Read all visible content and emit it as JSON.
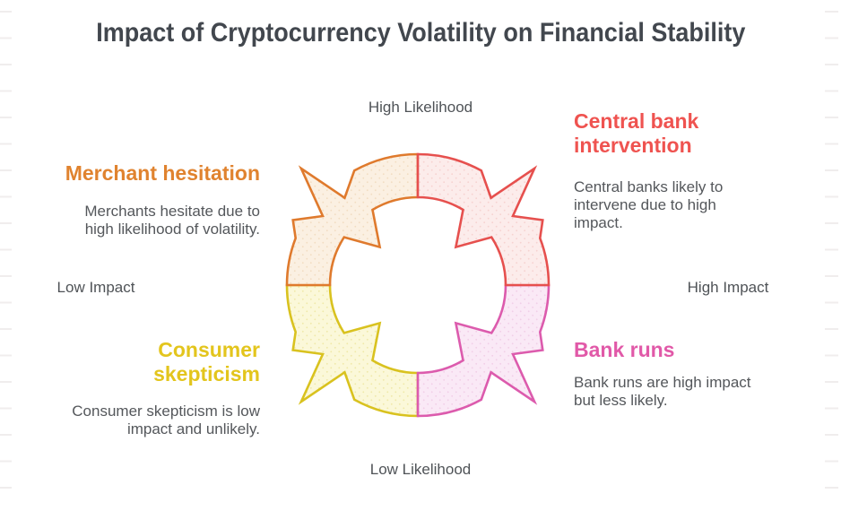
{
  "title": "Impact of Cryptocurrency Volatility on Financial Stability",
  "axes": {
    "top": "High Likelihood",
    "bottom": "Low Likelihood",
    "left": "Low Impact",
    "right": "High Impact"
  },
  "quadrants": {
    "top_left": {
      "heading": "Merchant hesitation",
      "description": "Merchants hesitate due to high likelihood of volatility.",
      "heading_color": "#E0832F",
      "arrow_stroke": "#DF7A2D",
      "arrow_fill": "#FBF0E2"
    },
    "top_right": {
      "heading": "Central bank intervention",
      "description": "Central banks likely to intervene due to high impact.",
      "heading_color": "#EF5350",
      "arrow_stroke": "#E6504E",
      "arrow_fill": "#FCECEB"
    },
    "bottom_left": {
      "heading": "Consumer skepticism",
      "description": "Consumer skepticism is low impact and unlikely.",
      "heading_color": "#E3C51D",
      "arrow_stroke": "#D9C21F",
      "arrow_fill": "#FBF8D9"
    },
    "bottom_right": {
      "heading": "Bank runs",
      "description": "Bank runs are high impact but less likely.",
      "heading_color": "#E159A8",
      "arrow_stroke": "#DC5BAD",
      "arrow_fill": "#FAE9F6"
    }
  },
  "colors": {
    "background": "#FFFFFF",
    "title_text": "#42474E",
    "body_text": "#54575B",
    "axis_label_text": "#4F5357",
    "edge_dash": "#F0EDED"
  }
}
